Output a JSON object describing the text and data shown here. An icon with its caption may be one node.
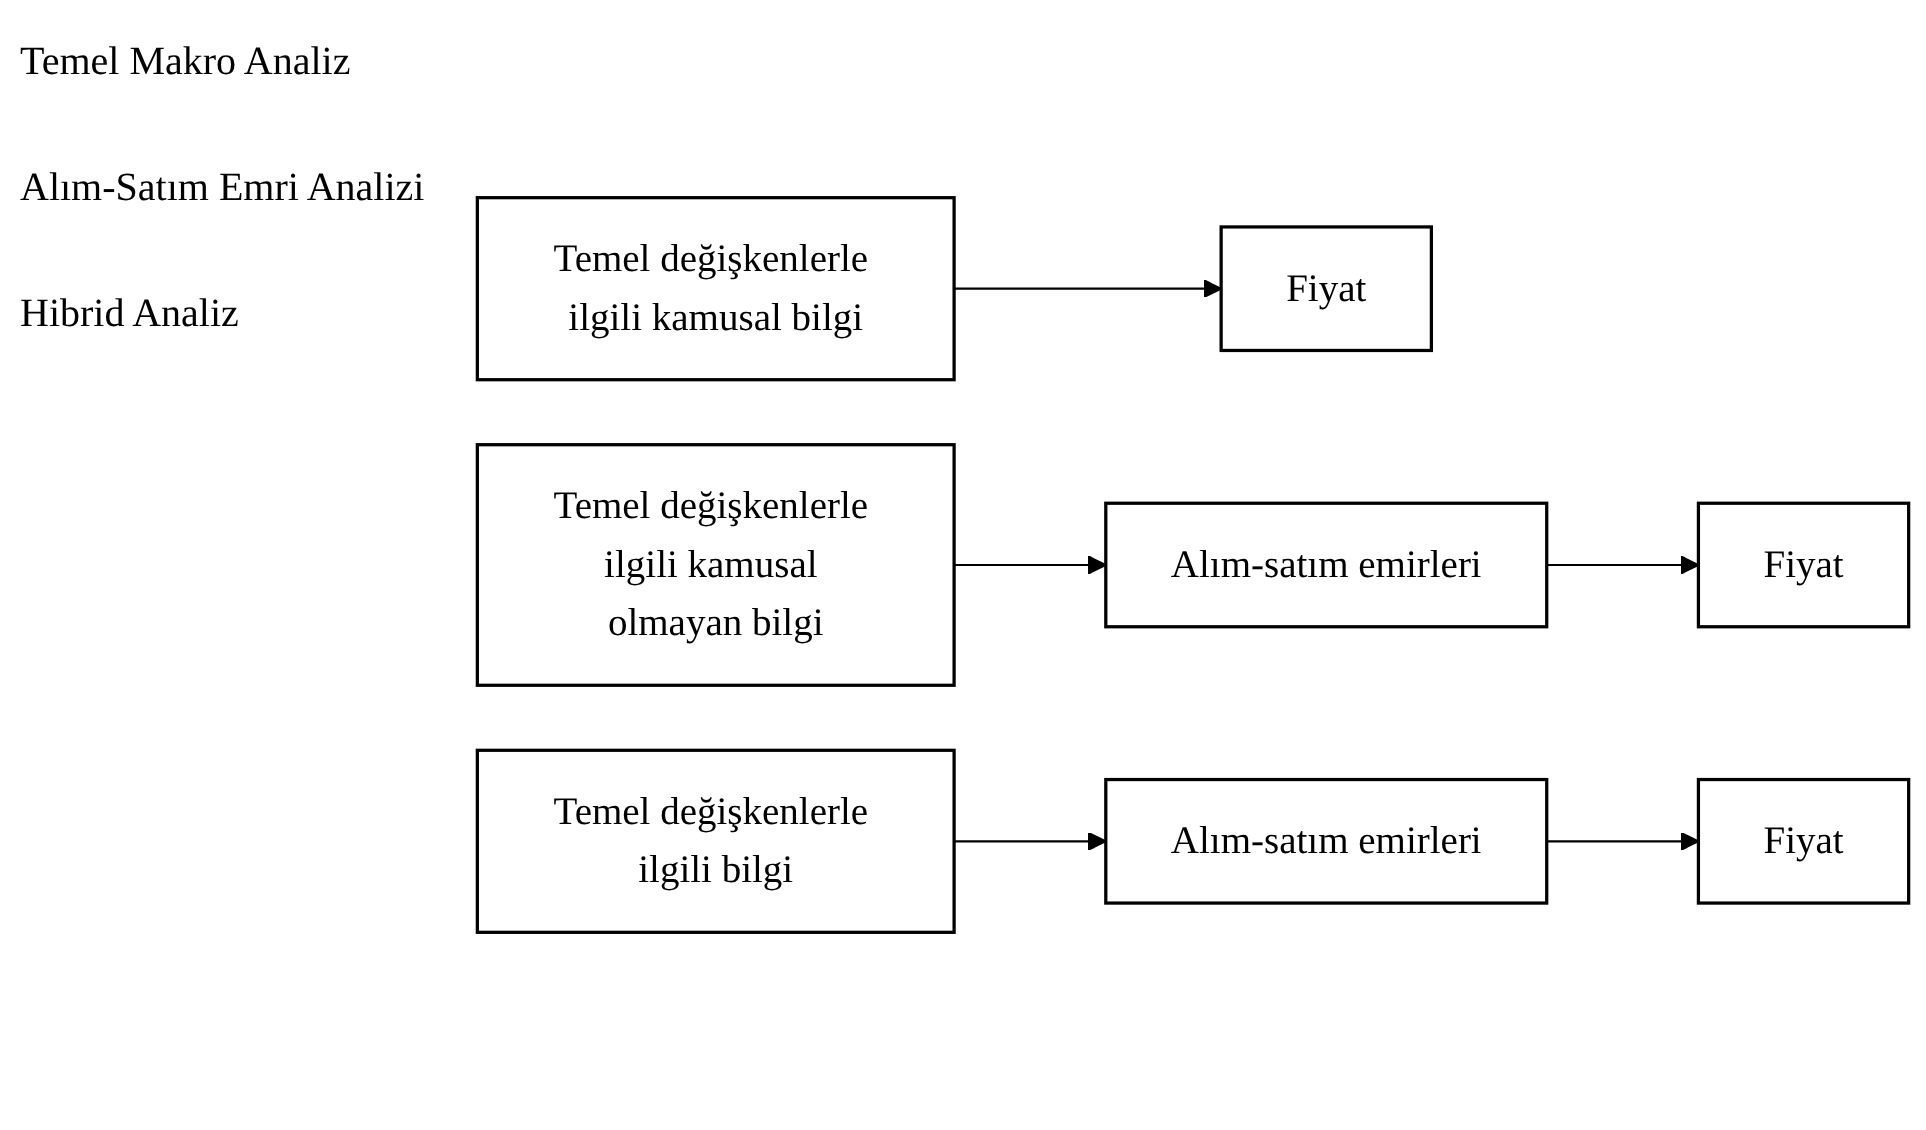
{
  "diagram": {
    "nodes": [
      {
        "text": [
          "Temel değişkenlerle ilgili kamusal bilgi"
        ]
      },
      {
        "text": [
          "Fiyat"
        ]
      },
      {
        "text": [
          "Temel değişkenlerle ilgili kamusal olmayan bilgi"
        ]
      },
      {
        "text": [
          "Alım-satım emirleri"
        ]
      },
      {
        "text": [
          "Fiyat"
        ]
      },
      {
        "text": [
          "Temel değişkenlerle ilgili bilgi"
        ]
      },
      {
        "text": [
          "Alım-satım emirleri"
        ]
      },
      {
        "text": [
          "Fiyat"
        ]
      }
    ],
    "edges": [
      {
        "from": 0,
        "to": 1,
        "arrow": "to"
      },
      {
        "from": 2,
        "to": 3,
        "arrow": "to"
      },
      {
        "from": 3,
        "to": 4,
        "arrow": "to"
      },
      {
        "from": 5,
        "to": 6,
        "arrow": "to"
      },
      {
        "from": 6,
        "to": 7,
        "arrow": "to"
      }
    ],
    "labels": [
      "Temel Makro Analiz",
      "Alım-Satım Emri Analizi",
      "Hibrid Analiz"
    ]
  }
}
